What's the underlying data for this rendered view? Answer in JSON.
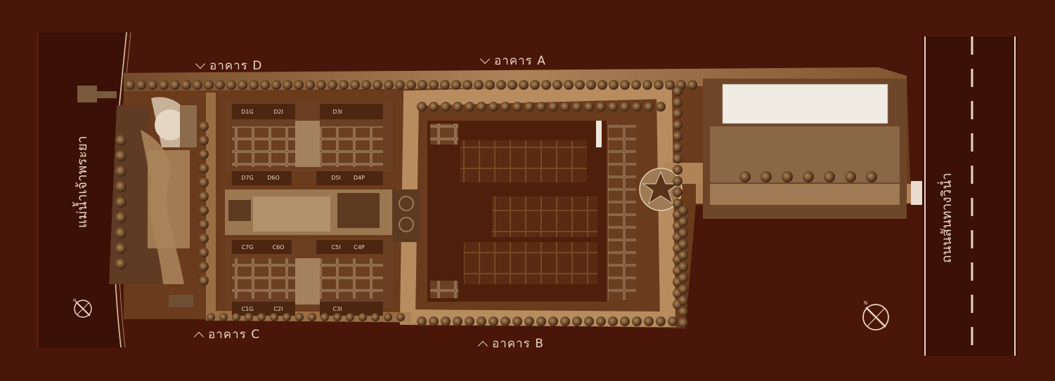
{
  "labels": {
    "building_d": "อาคาร D",
    "building_a": "อาคาร A",
    "building_c": "อาคาร C",
    "building_b": "อาคาร B",
    "river": "แม่น้ำเจ้าพระยา",
    "road": "ถนนสันทางวิน่ำ"
  },
  "units_d_top": [
    "D1G",
    "D2I",
    "D3I"
  ],
  "units_d_bottom": [
    "D7G",
    "D6O",
    "D5I",
    "D4P"
  ],
  "units_c_top": [
    "C7G",
    "C6O",
    "C5I",
    "C4P"
  ],
  "units_c_bottom": [
    "C1G",
    "C2I",
    "C3I"
  ],
  "compass": {
    "north_label": "N"
  },
  "colors": {
    "background": "#4a1609",
    "pathway": "#b48a5c",
    "text": "#e8d6bf"
  }
}
